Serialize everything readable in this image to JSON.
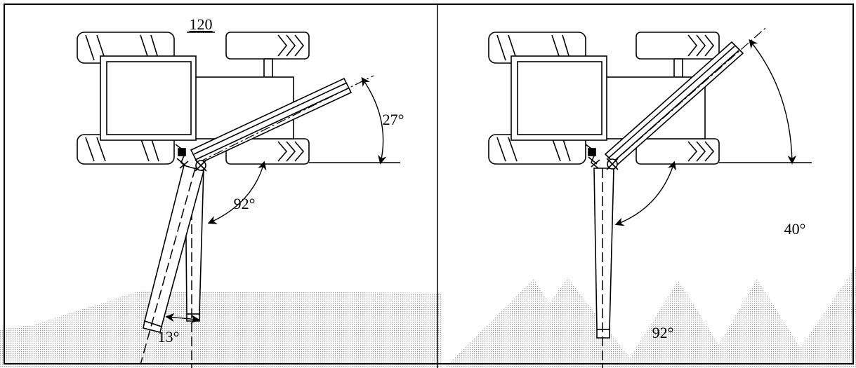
{
  "reference_number": "120",
  "left_panel": {
    "angle_boom_raise": "27°",
    "angle_between_booms": "92°",
    "angle_swing": "13°"
  },
  "right_panel": {
    "angle_boom_raise": "40°",
    "angle_between_booms": "92°"
  },
  "colors": {
    "line": "#000000",
    "hatch": "#bdbdbd",
    "background": "#ffffff"
  }
}
